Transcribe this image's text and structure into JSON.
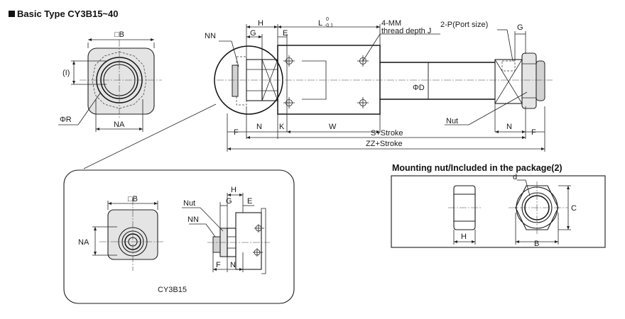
{
  "title": "Basic  Type CY3B15~40",
  "mounting_nut_title": "Mounting nut/Included in the package(2)",
  "detail_caption": "CY3B15",
  "labels": {
    "square_b": "□B",
    "i": "(I)",
    "phi_r": "ΦR",
    "na": "NA",
    "nn": "NN",
    "h": "H",
    "g": "G",
    "e": "E",
    "l": "L",
    "l_tol_upper": "0",
    "l_tol_lower": "-0.1",
    "four_mm": "4-MM",
    "thread_depth": "thread depth J",
    "port": "2-P(Port size)",
    "g2": "G",
    "phi_d": "ΦD",
    "nut": "Nut",
    "f": "F",
    "n": "N",
    "k": "K",
    "w": "W",
    "s_stroke": "S+Stroke",
    "n2": "N",
    "f2": "F",
    "zz_stroke": "ZZ+Stroke",
    "d_label": "B",
    "det_square_b": "□B",
    "det_na": "NA",
    "det_nut": "Nut",
    "det_nn": "NN",
    "det_h": "H",
    "det_g": "G",
    "det_e": "E",
    "det_f": "F",
    "det_n": "N",
    "mn_d": "d",
    "mn_c": "C",
    "mn_h": "H",
    "mn_b": "B"
  }
}
